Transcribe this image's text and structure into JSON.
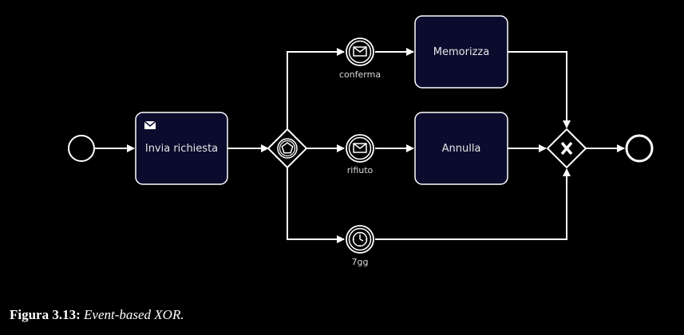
{
  "diagram": {
    "tasks": {
      "send": "Invia richiesta",
      "store": "Memorizza",
      "cancel": "Annulla"
    },
    "events": {
      "confirm": "conferma",
      "reject": "rifiuto",
      "timer": "7gg"
    },
    "colors": {
      "background": "#000000",
      "task_fill": "#0b0b2e",
      "stroke": "#ffffff"
    }
  },
  "caption": {
    "number": "Figura 3.13:",
    "text": "Event-based XOR."
  }
}
